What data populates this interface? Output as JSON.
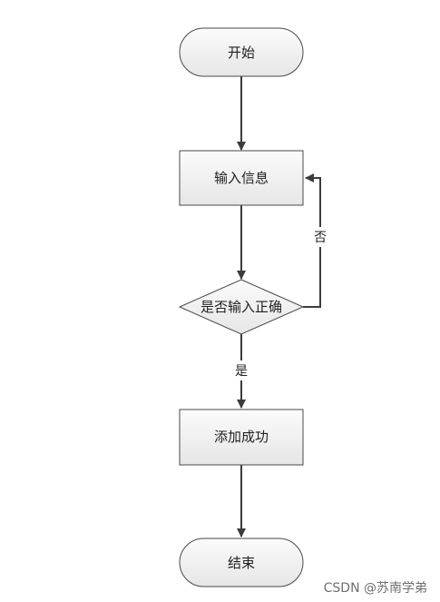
{
  "nodes": {
    "start": "开始",
    "input": "输入信息",
    "check": "是否输入正确",
    "success": "添加成功",
    "end": "结束"
  },
  "edges": {
    "no": "否",
    "yes": "是"
  },
  "watermark": "CSDN @苏南学弟",
  "colors": {
    "node_fill_top": "#fbfbfb",
    "node_fill_bottom": "#e6e6e6",
    "node_stroke": "#4a4a4a",
    "edge": "#3c3c3c"
  }
}
